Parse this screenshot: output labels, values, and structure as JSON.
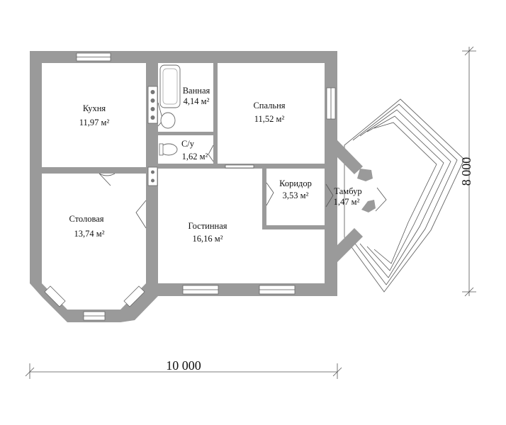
{
  "rooms": {
    "kitchen": {
      "name": "Кухня",
      "area": "11,97 м²"
    },
    "bath": {
      "name": "Ванная",
      "area": "4,14 м²"
    },
    "bedroom": {
      "name": "Спальня",
      "area": "11,52 м²"
    },
    "wc": {
      "name": "С/у",
      "area": "1,62 м²"
    },
    "corridor": {
      "name": "Коридор",
      "area": "3,53 м²"
    },
    "vestibule": {
      "name": "Тамбур",
      "area": "1,47 м²"
    },
    "dining": {
      "name": "Столовая",
      "area": "13,74 м²"
    },
    "living": {
      "name": "Гостинная",
      "area": "16,16 м²"
    }
  },
  "dimensions": {
    "width": "10 000",
    "height": "8 000"
  },
  "colors": {
    "wall": "#9a9a9a",
    "line": "#555555"
  }
}
